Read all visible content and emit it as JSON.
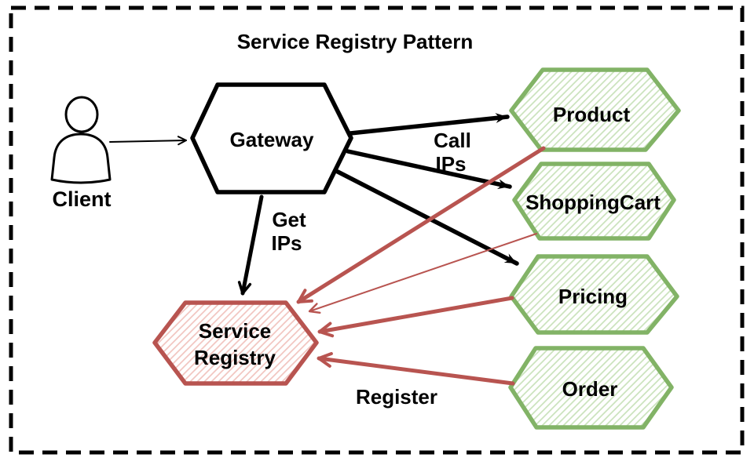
{
  "diagram": {
    "title": "Service Registry Pattern",
    "nodes": {
      "client": {
        "label": "Client",
        "type": "actor"
      },
      "gateway": {
        "label": "Gateway",
        "shape": "hexagon",
        "stroke": "#000000"
      },
      "product": {
        "label": "Product",
        "shape": "hexagon",
        "stroke": "#82b366"
      },
      "shoppingcart": {
        "label": "ShoppingCart",
        "shape": "hexagon",
        "stroke": "#82b366"
      },
      "pricing": {
        "label": "Pricing",
        "shape": "hexagon",
        "stroke": "#82b366"
      },
      "order": {
        "label": "Order",
        "shape": "hexagon",
        "stroke": "#82b366"
      },
      "service_registry": {
        "line1": "Service",
        "line2": "Registry",
        "shape": "hexagon",
        "stroke": "#b85450"
      }
    },
    "labels": {
      "call_ips": {
        "line1": "Call",
        "line2": "IPs"
      },
      "get_ips": {
        "line1": "Get",
        "line2": "IPs"
      },
      "register": "Register"
    },
    "edges": [
      {
        "from": "Client",
        "to": "Gateway",
        "color": "#000000",
        "style": "thin-open-arrow"
      },
      {
        "from": "Gateway",
        "to": "Product",
        "color": "#000000",
        "label": "Call IPs"
      },
      {
        "from": "Gateway",
        "to": "ShoppingCart",
        "color": "#000000",
        "label": "Call IPs"
      },
      {
        "from": "Gateway",
        "to": "Pricing",
        "color": "#000000",
        "label": "Call IPs"
      },
      {
        "from": "Gateway",
        "to": "Service Registry",
        "color": "#000000",
        "label": "Get IPs"
      },
      {
        "from": "Product",
        "to": "Service Registry",
        "color": "#b85450",
        "label": "Register"
      },
      {
        "from": "ShoppingCart",
        "to": "Service Registry",
        "color": "#b85450",
        "label": "Register",
        "style": "thin"
      },
      {
        "from": "Pricing",
        "to": "Service Registry",
        "color": "#b85450",
        "label": "Register"
      },
      {
        "from": "Order",
        "to": "Service Registry",
        "color": "#b85450",
        "label": "Register"
      }
    ],
    "colors": {
      "background": "#ffffff",
      "text": "#000000",
      "border": "#000000",
      "gateway_stroke": "#000000",
      "service_green": "#82b366",
      "service_green_hatch": "#cbe3bd",
      "registry_red": "#b85450",
      "registry_red_hatch": "#f2c6c1"
    }
  }
}
